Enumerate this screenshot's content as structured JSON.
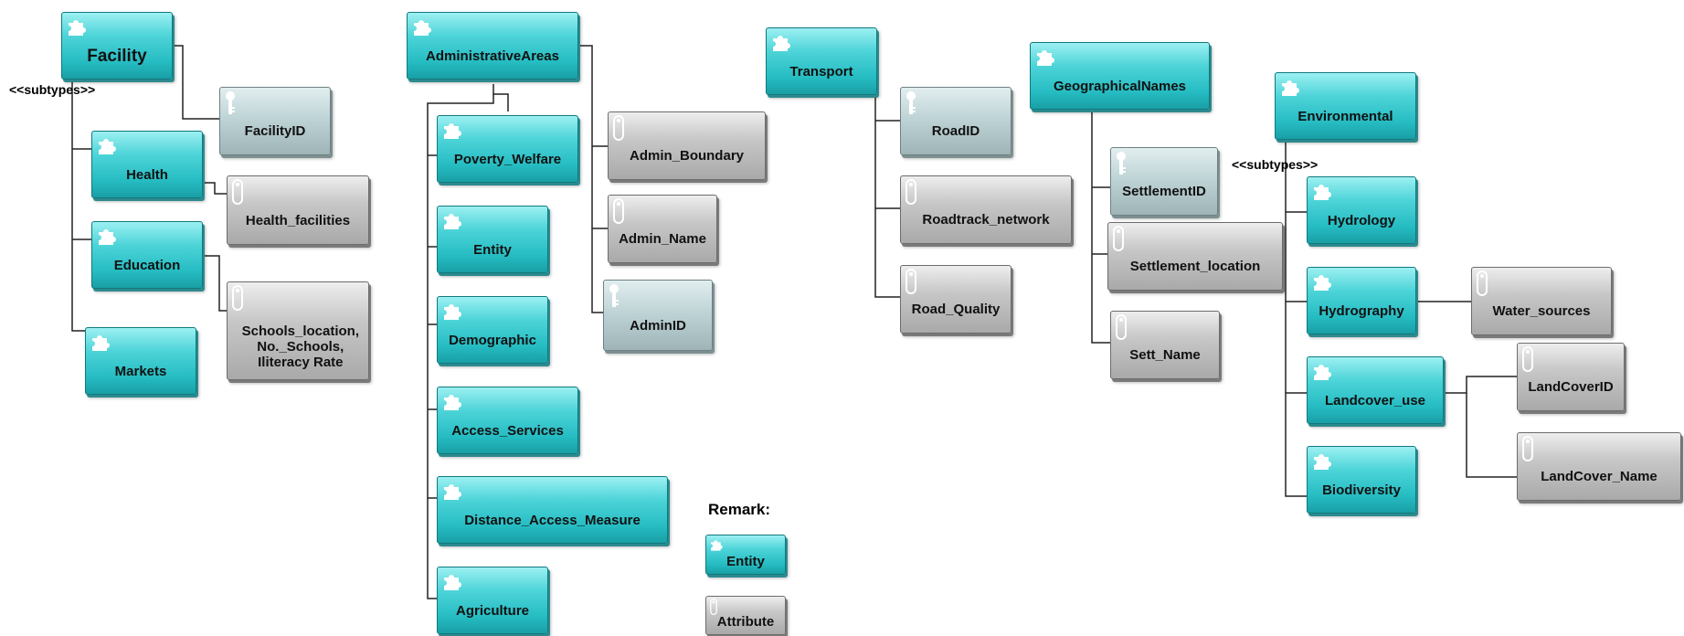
{
  "diagram": {
    "subtypes_label": "<<subtypes>>",
    "remark_title": "Remark:",
    "legend": {
      "entity": "Entity",
      "attribute": "Attribute"
    },
    "colors": {
      "entity": "#2ec3c8",
      "attribute": "#b3b3b3",
      "key_attribute": "#b4c8ca",
      "connector": "#222222"
    },
    "icons": {
      "entity": "puzzle-icon",
      "attribute": "attribute-tag-icon",
      "key_attribute": "key-icon"
    },
    "groups": [
      {
        "entity": "Facility",
        "subtypes": [
          "Health",
          "Education",
          "Markets"
        ],
        "attributes": [
          "FacilityID",
          "Health_facilities",
          "Schools_location,\nNo._Schools,\nIliteracy Rate"
        ]
      },
      {
        "entity": "AdministrativeAreas",
        "subtypes": [
          "Poverty_Welfare",
          "Entity",
          "Demographic",
          "Access_Services",
          "Distance_Access_Measure",
          "Agriculture"
        ],
        "attributes": [
          "Admin_Boundary",
          "Admin_Name",
          "AdminID"
        ]
      },
      {
        "entity": "Transport",
        "attributes": [
          "RoadID",
          "Roadtrack_network",
          "Road_Quality"
        ]
      },
      {
        "entity": "GeographicalNames",
        "attributes": [
          "SettlementID",
          "Settlement_location",
          "Sett_Name"
        ]
      },
      {
        "entity": "Environmental",
        "subtypes": [
          "Hydrology",
          "Hydrography",
          "Landcover_use",
          "Biodiversity"
        ],
        "attributes": [
          "Water_sources",
          "LandCoverID",
          "LandCover_Name"
        ]
      }
    ]
  }
}
